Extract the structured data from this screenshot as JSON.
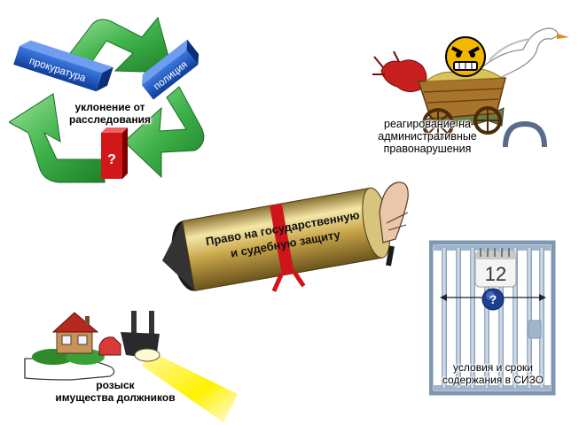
{
  "recycle": {
    "box_left": "прокуратура",
    "box_right": "полиция",
    "caption_line1": "уклонение от",
    "caption_line2": "расследования",
    "question": "?"
  },
  "admin": {
    "caption_line1": "реагирование на",
    "caption_line2": "административные",
    "caption_line3": "правонарушения"
  },
  "scroll": {
    "title_line1": "Право на государственную",
    "title_line2": "и судебную защиту"
  },
  "jail": {
    "calendar_day": "12",
    "question": "?",
    "caption_line1": "условия и сроки",
    "caption_line2": "содержания в СИЗО"
  },
  "property": {
    "caption_line1": "розыск",
    "caption_line2": "имущества должников"
  }
}
